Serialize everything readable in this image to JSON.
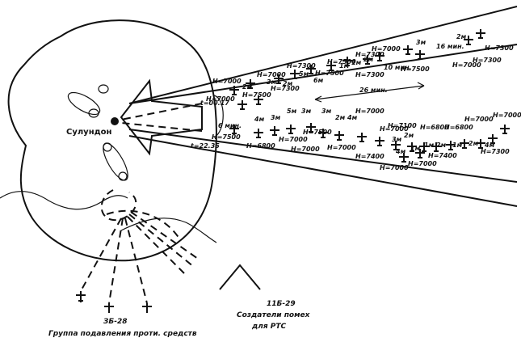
{
  "labels": {
    "town": "Сулундон",
    "aircraft_3b28": "ЗБ-28",
    "group_caption": "Группа подавления проти. средств",
    "aircraft_11b29": "11Б-29",
    "jammer_caption_1": "Создатели помех",
    "jammer_caption_2": "для РТС",
    "interval": "26 мин.",
    "time_a": "t=00.17",
    "time_b": "t=22.35"
  },
  "upper_stream": {
    "heights": [
      "Н=7000",
      "Н=7000",
      "Н=7300",
      "Н=7500",
      "Н=7300",
      "Н=7000",
      "Н=7500",
      "Н=7300",
      "Н=7500",
      "Н=7000",
      "Н=7300",
      "Н=7300",
      "Н=7000",
      "Н=7500",
      "Н=7300"
    ],
    "gaps": [
      "2м",
      "3м",
      "2м",
      "5м",
      "1м",
      "1м",
      "2м",
      "16 мин.",
      "10 мин.",
      "6м",
      "3м",
      "2м"
    ]
  },
  "lower_stream": {
    "heights": [
      "Н=7000",
      "Н=7500",
      "Н=6800",
      "Н=7000",
      "Н=7500",
      "Н=7000",
      "Н=7000",
      "Н=7000",
      "Н=7400",
      "Н=7000",
      "Н=7100",
      "Н=6800",
      "Н=6800",
      "Н=7000",
      "Н=7300",
      "Н=7000",
      "Н=7400",
      "Н=7000"
    ],
    "gaps": [
      "6 мин.",
      "4м",
      "3м",
      "5м",
      "3м",
      "3м",
      "2м",
      "4м",
      "4м",
      "1м",
      "1м",
      "2м",
      "1м",
      "2м",
      "4м",
      "3м",
      "2м"
    ]
  }
}
